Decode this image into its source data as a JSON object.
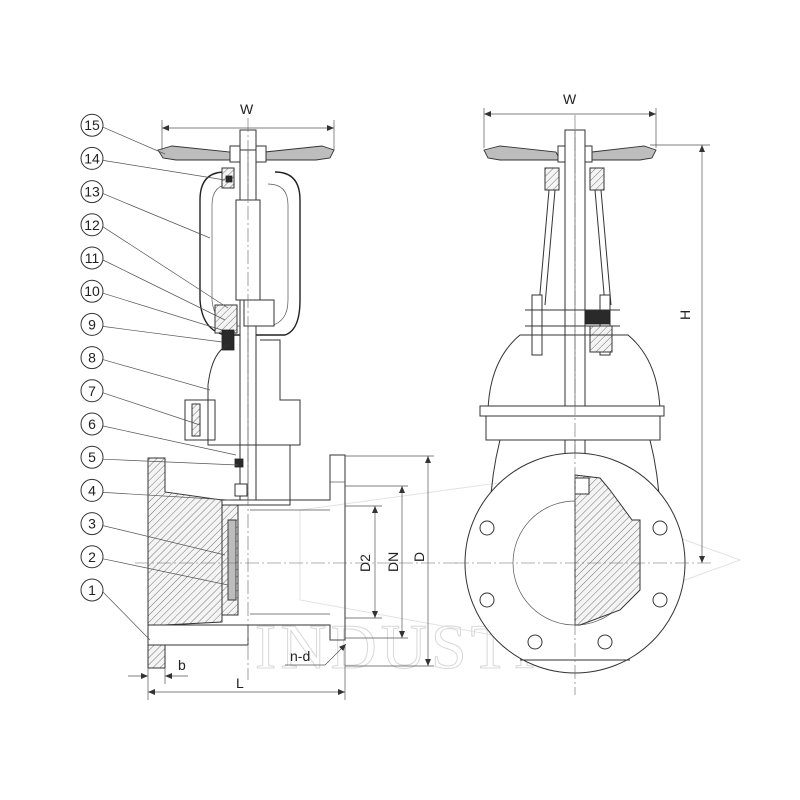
{
  "callouts": [
    "1",
    "2",
    "3",
    "4",
    "5",
    "6",
    "7",
    "8",
    "9",
    "10",
    "11",
    "12",
    "13",
    "14",
    "15"
  ],
  "dimensions": {
    "w_left": "W",
    "w_right": "W",
    "h": "H",
    "l": "L",
    "b": "b",
    "nd": "n-d",
    "d2": "D2",
    "dn": "DN",
    "d": "D"
  },
  "watermark": "INDUSTRY"
}
